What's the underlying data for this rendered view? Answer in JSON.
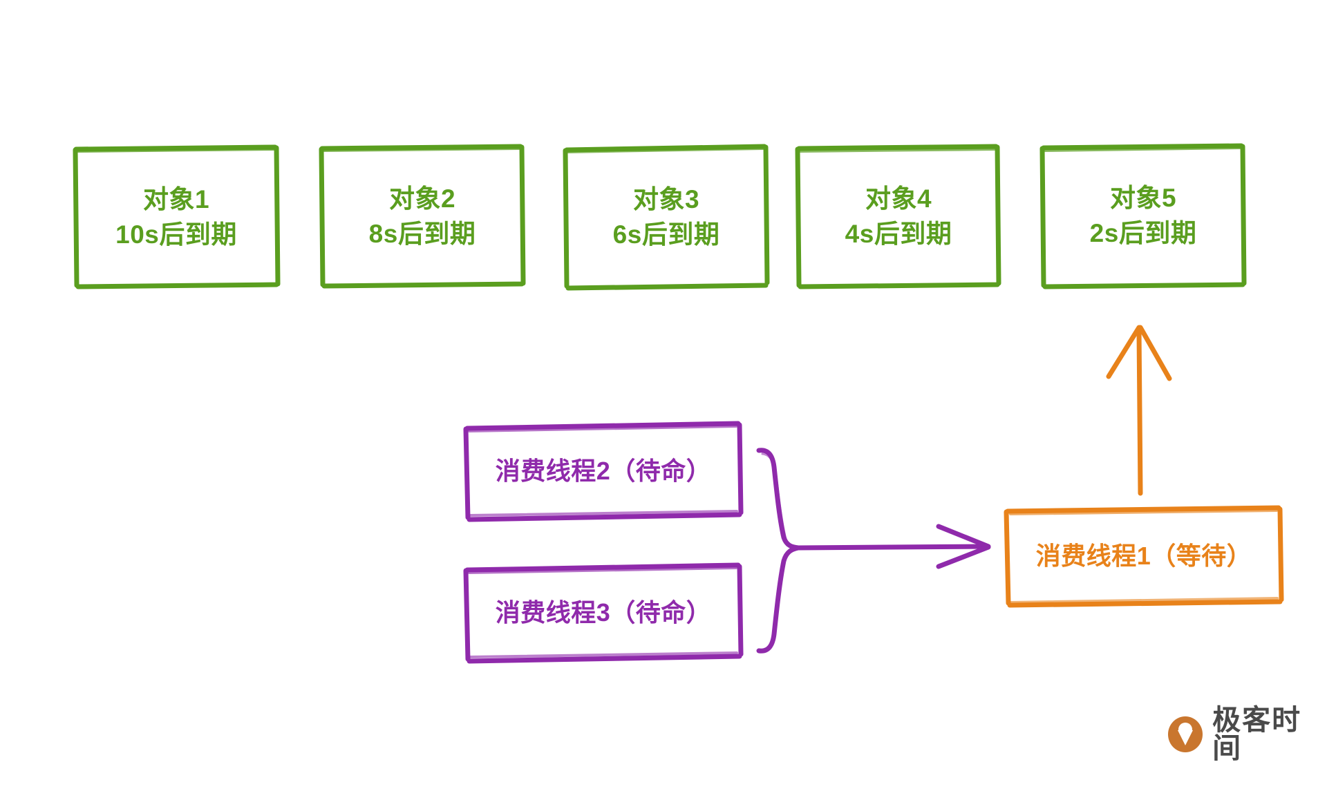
{
  "diagram": {
    "title": "DelayQueue consumer thread diagram",
    "colors": {
      "object_green": "#5a9e1f",
      "thread_purple": "#8f2aab",
      "active_orange": "#e8821a",
      "background": "#ffffff",
      "logo_brown": "#c9762e",
      "logo_text_gray": "#4a4a4a"
    },
    "object_boxes": [
      {
        "name": "对象1",
        "expiry": "10s后到期"
      },
      {
        "name": "对象2",
        "expiry": "8s后到期"
      },
      {
        "name": "对象3",
        "expiry": "6s后到期"
      },
      {
        "name": "对象4",
        "expiry": "4s后到期"
      },
      {
        "name": "对象5",
        "expiry": "2s后到期"
      }
    ],
    "waiting_threads": [
      {
        "label": "消费线程2（待命）"
      },
      {
        "label": "消费线程3（待命）"
      }
    ],
    "active_thread": {
      "label": "消费线程1（等待）"
    },
    "connectors": {
      "brace": "curly-brace-grouping-waiting-threads",
      "purple_arrow": "waiting-threads-to-active-thread",
      "orange_arrow": "active-thread-to-object5"
    }
  },
  "branding": {
    "logo_text": "极客时间",
    "logo_icon": "geekbang-location-pin-icon"
  }
}
